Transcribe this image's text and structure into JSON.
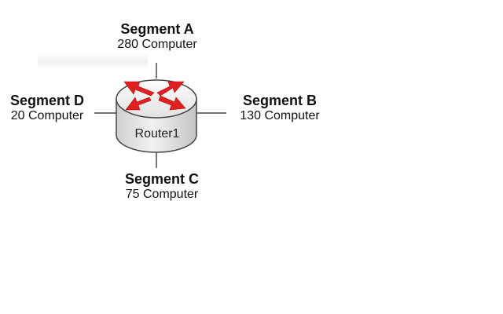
{
  "router": {
    "label": "Router1"
  },
  "segments": [
    {
      "id": "A",
      "name": "Segment A",
      "computers": "280 Computer"
    },
    {
      "id": "B",
      "name": "Segment B",
      "computers": "130 Computer"
    },
    {
      "id": "C",
      "name": "Segment C",
      "computers": "75 Computer"
    },
    {
      "id": "D",
      "name": "Segment D",
      "computers": "20 Computer"
    }
  ],
  "colors": {
    "router_body": "#e6e6e6",
    "router_top": "#f4f4f4",
    "router_stroke": "#444444",
    "arrow": "#e02020",
    "link_line": "#222222"
  },
  "icons": {
    "router": "router-icon",
    "arrows": "router-arrows-icon"
  }
}
